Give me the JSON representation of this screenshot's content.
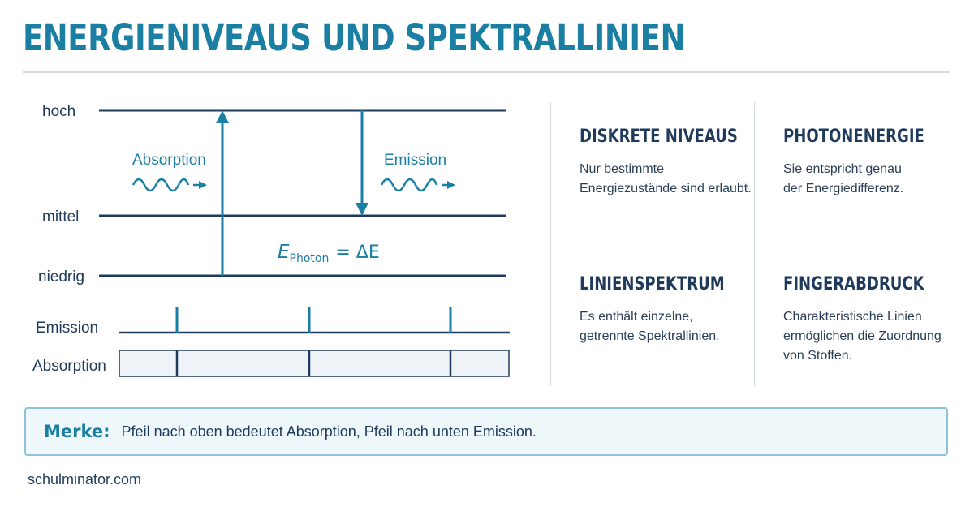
{
  "title": "ENERGIENIVEAUS UND SPEKTRALLINIEN",
  "levels": {
    "high": "hoch",
    "mid": "mittel",
    "low": "niedrig"
  },
  "processes": {
    "absorption": "Absorption",
    "emission": "Emission"
  },
  "formula": {
    "symbol": "E",
    "subscript": "Photon",
    "rhs": "= ΔE"
  },
  "spectra": {
    "emission_label": "Emission",
    "absorption_label": "Absorption"
  },
  "cards": [
    {
      "title": "DISKRETE NIVEAUS",
      "lines": [
        "Nur bestimmte",
        "Energiezustände sind erlaubt."
      ]
    },
    {
      "title": "PHOTONENERGIE",
      "lines": [
        "Sie entspricht genau",
        "der Energiedifferenz."
      ]
    },
    {
      "title": "LINIENSPEKTRUM",
      "lines": [
        "Es enthält einzelne,",
        "getrennte Spektrallinien."
      ]
    },
    {
      "title": "FINGERABDRUCK",
      "lines": [
        "Charakteristische Linien",
        "ermöglichen die Zuordnung",
        "von Stoffen."
      ]
    }
  ],
  "note": {
    "label": "Merke:",
    "text": "Pfeil nach oben bedeutet Absorption, Pfeil nach unten Emission."
  },
  "footer": "schulminator.com",
  "colors": {
    "accent": "#1a7fa3",
    "navy": "#1f3a5a",
    "note_bg": "#eef7fa",
    "spectrum_bg": "#eef3f8"
  }
}
